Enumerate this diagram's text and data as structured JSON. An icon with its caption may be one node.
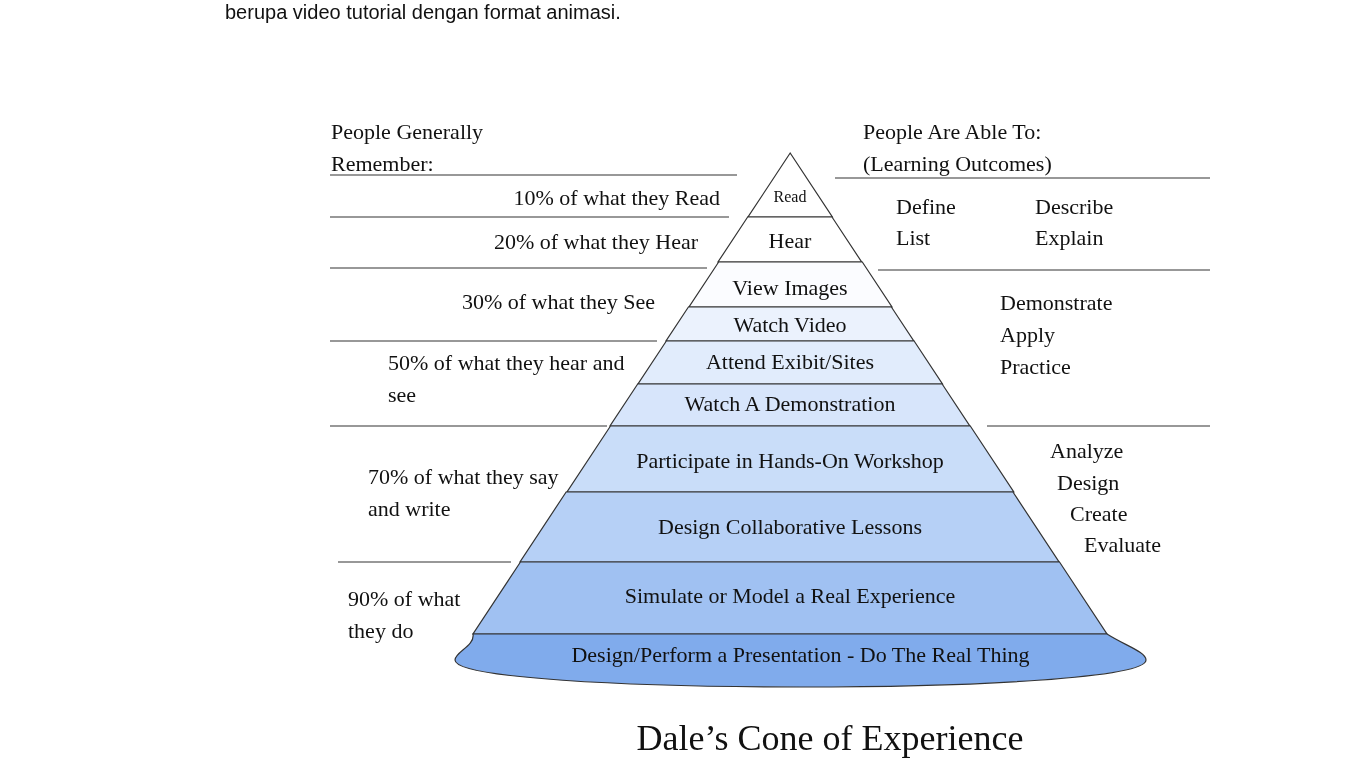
{
  "diagram": {
    "title": "Dale’s Cone of Experience",
    "nodes": [
      {
        "text": [
          "Read"
        ]
      },
      {
        "text": [
          "Hear"
        ]
      },
      {
        "text": [
          "View Images"
        ]
      },
      {
        "text": [
          "Watch Video"
        ]
      },
      {
        "text": [
          "Attend Exibit/Sites"
        ]
      },
      {
        "text": [
          "Watch A Demonstration"
        ]
      },
      {
        "text": [
          "Participate in Hands-On Workshop"
        ]
      },
      {
        "text": [
          "Design Collaborative Lessons"
        ]
      },
      {
        "text": [
          "Simulate or Model a Real Experience"
        ]
      },
      {
        "text": [
          "Design/Perform a Presentation - Do The Real Thing"
        ]
      }
    ],
    "edges": [],
    "labels": [
      "berupa video tutorial dengan format animasi.",
      "People Generally Remember:",
      "People Are Able To: (Learning Outcomes)",
      "10% of what they Read",
      "Define",
      "Describe",
      "20% of what they Hear",
      "List",
      "Explain",
      "30% of what they See",
      "Demonstrate",
      "Apply",
      "Practice",
      "50% of what they hear and see",
      "Analyze",
      "70% of what they say and write",
      "Design",
      "Create",
      "Evaluate",
      "90% of what they do"
    ]
  }
}
